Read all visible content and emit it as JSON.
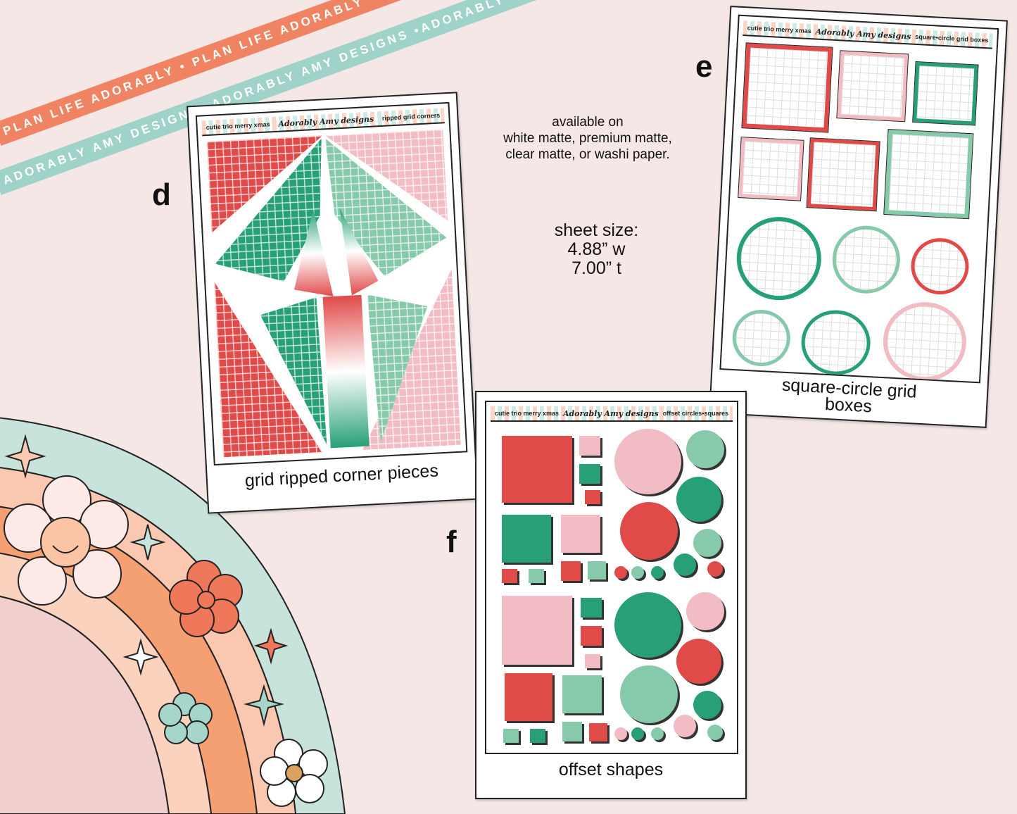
{
  "ribbons": {
    "top": "PLAN LIFE ADORABLY • PLAN LIFE ADORABLY • PLAN LIFE ADORABLY",
    "bottom": "ADORABLY AMY DESIGNS• ADORABLY AMY DESIGNS •ADORABLY"
  },
  "info": {
    "availability": [
      "available on",
      "white matte, premium matte,",
      "clear matte, or washi paper."
    ],
    "size": [
      "sheet size:",
      "4.88” w",
      "7.00” t"
    ]
  },
  "sheets": {
    "d": {
      "letter": "d",
      "kit": "cutie trio merry xmas",
      "logo": "Adorably Amy designs",
      "name": "ripped grid corners",
      "caption": "grid ripped corner pieces"
    },
    "e": {
      "letter": "e",
      "kit": "cutie trio merry xmas",
      "logo": "Adorably Amy designs",
      "name": "square•circle grid boxes",
      "caption": "square-circle grid boxes"
    },
    "f": {
      "letter": "f",
      "kit": "cutie trio merry xmas",
      "logo": "Adorably Amy designs",
      "name": "offset circles•squares",
      "caption": "offset shapes"
    }
  },
  "colors": {
    "red": "#e04a49",
    "pink": "#f2bcc4",
    "green": "#27a077",
    "mint": "#86c9ab",
    "bg": "#f6e7e7"
  }
}
